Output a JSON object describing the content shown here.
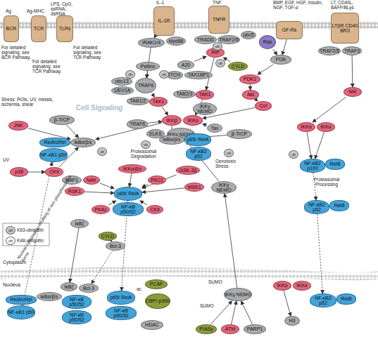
{
  "diagram": {
    "nodes": [
      {
        "text": [
          "BCR"
        ]
      },
      {
        "text": [
          "TCR"
        ]
      },
      {
        "text": [
          "TLRs"
        ]
      },
      {
        "text": [
          "IL-1R"
        ]
      },
      {
        "text": [
          "TNFR"
        ]
      },
      {
        "text": [
          "GF-Rs"
        ]
      },
      {
        "text": [
          "LTβR CD40 BR3"
        ]
      },
      {
        "text": [
          "IRAK1/4"
        ]
      },
      {
        "text": [
          "Myd88"
        ]
      },
      {
        "text": [
          "TRADD"
        ]
      },
      {
        "text": [
          "TRAF2/5"
        ]
      },
      {
        "text": [
          "ubc5"
        ]
      },
      {
        "text": [
          "Ras"
        ]
      },
      {
        "text": [
          "RIP"
        ]
      },
      {
        "text": [
          "TRAF2/5"
        ]
      },
      {
        "text": [
          "TRAF3"
        ]
      },
      {
        "text": [
          "Pellino"
        ]
      },
      {
        "text": [
          "A20"
        ]
      },
      {
        "text": [
          "ITCH"
        ]
      },
      {
        "text": [
          "TAX1BP1"
        ]
      },
      {
        "text": [
          "CYLD"
        ]
      },
      {
        "text": [
          "PI3K"
        ]
      },
      {
        "text": [
          "PDK1"
        ]
      },
      {
        "text": [
          "ubc13"
        ]
      },
      {
        "text": [
          "UEV1A"
        ]
      },
      {
        "text": [
          "TRAF6"
        ]
      },
      {
        "text": [
          "TAB1/2"
        ]
      },
      {
        "text": [
          "TAK1"
        ]
      },
      {
        "text": [
          "TAB2/3"
        ]
      },
      {
        "text": [
          "TAK1"
        ]
      },
      {
        "text": [
          "IKKγ NEMO"
        ]
      },
      {
        "text": [
          "Akt"
        ]
      },
      {
        "text": [
          "Cot"
        ]
      },
      {
        "text": [
          "TRAF6"
        ]
      },
      {
        "text": [
          "ELKS"
        ]
      },
      {
        "text": [
          "IKKβ"
        ]
      },
      {
        "text": [
          "IKKα"
        ]
      },
      {
        "text": [
          "IKKγ NEMO"
        ]
      },
      {
        "text": [
          "Tax"
        ]
      },
      {
        "text": [
          "NIK"
        ]
      },
      {
        "text": [
          "JNK"
        ]
      },
      {
        "text": [
          "β-TrCP"
        ]
      },
      {
        "text": [
          "CKII"
        ]
      },
      {
        "text": [
          "p38"
        ]
      },
      {
        "text": [
          "RelA/cRel"
        ]
      },
      {
        "text": [
          "NF-κB1 p50"
        ]
      },
      {
        "text": [
          "IκBα/β/ε"
        ]
      },
      {
        "text": [
          "IκBα/β/ε"
        ]
      },
      {
        "text": [
          "p65/ RelA"
        ]
      },
      {
        "text": [
          "NF-κB2 p52"
        ]
      },
      {
        "text": [
          "β-TrCP"
        ]
      },
      {
        "text": [
          "IKKα"
        ]
      },
      {
        "text": [
          "IKKα"
        ]
      },
      {
        "text": [
          "NF-κB2 p100"
        ]
      },
      {
        "text": [
          "RelB"
        ]
      },
      {
        "text": [
          "IKKα/β/ε"
        ]
      },
      {
        "text": [
          "NAP1"
        ]
      },
      {
        "text": [
          "NAK"
        ]
      },
      {
        "text": [
          "RSK1"
        ]
      },
      {
        "text": [
          "PKCζ"
        ]
      },
      {
        "text": [
          "GSK-3β"
        ]
      },
      {
        "text": [
          "MSK1"
        ]
      },
      {
        "text": [
          "p65/ RelA"
        ]
      },
      {
        "text": [
          "NF-κB p50/52"
        ]
      },
      {
        "text": [
          "PKAc"
        ]
      },
      {
        "text": [
          "CKII"
        ]
      },
      {
        "text": [
          "IKKγ NEMO"
        ]
      },
      {
        "text": [
          "NF-κB2 p52"
        ]
      },
      {
        "text": [
          "RelB"
        ]
      },
      {
        "text": [
          "IκBζ"
        ]
      },
      {
        "text": [
          "CYLD"
        ]
      },
      {
        "text": [
          "Bcl-3"
        ]
      },
      {
        "text": [
          "RelA/cRel"
        ]
      },
      {
        "text": [
          "IκBα/β/ε"
        ]
      },
      {
        "text": [
          "NF-κB1 p50"
        ]
      },
      {
        "text": [
          "IκBζ"
        ]
      },
      {
        "text": [
          "Bcl-3"
        ]
      },
      {
        "text": [
          "NF-κB p50/52"
        ]
      },
      {
        "text": [
          "NF-κB p50/52"
        ]
      },
      {
        "text": [
          "p65/ RelA"
        ]
      },
      {
        "text": [
          "NF-κB p50/52"
        ]
      },
      {
        "text": [
          "PCAF"
        ]
      },
      {
        "text": [
          "CBP/ p300"
        ]
      },
      {
        "text": [
          "HDAC"
        ]
      },
      {
        "text": [
          "IKKγ NEMO"
        ]
      },
      {
        "text": [
          "PIASy"
        ]
      },
      {
        "text": [
          "ATM"
        ]
      },
      {
        "text": [
          "PARP1"
        ]
      },
      {
        "text": [
          "IKKα"
        ]
      },
      {
        "text": [
          "IKKα"
        ]
      },
      {
        "text": [
          "H3"
        ]
      },
      {
        "text": [
          "NF-κB2 p52"
        ]
      },
      {
        "text": [
          "RelB"
        ]
      }
    ],
    "edges": [
      {
        "from": 3,
        "to": 7,
        "arrow": "to"
      },
      {
        "from": 7,
        "to": 25,
        "arrow": "to"
      },
      {
        "from": 25,
        "to": 27,
        "arrow": "to"
      },
      {
        "from": 27,
        "to": 35,
        "arrow": "to"
      },
      {
        "from": 13,
        "to": 29,
        "arrow": "to"
      },
      {
        "from": 29,
        "to": 36,
        "arrow": "to"
      },
      {
        "from": 17,
        "to": 13,
        "arrow": "to"
      },
      {
        "from": 20,
        "to": 13,
        "arrow": "to"
      },
      {
        "from": 5,
        "to": 21,
        "arrow": "to"
      },
      {
        "from": 12,
        "to": 21,
        "arrow": "to"
      },
      {
        "from": 21,
        "to": 22,
        "arrow": "to"
      },
      {
        "from": 22,
        "to": 31,
        "arrow": "to"
      },
      {
        "from": 31,
        "to": 32,
        "arrow": "to"
      },
      {
        "from": 32,
        "to": 36,
        "arrow": "to"
      },
      {
        "from": 15,
        "to": 39,
        "arrow": "to"
      },
      {
        "from": 39,
        "to": 51,
        "arrow": "to"
      },
      {
        "from": 51,
        "to": 53,
        "arrow": "to"
      },
      {
        "from": 52,
        "to": 53,
        "arrow": "to"
      },
      {
        "from": 53,
        "to": 67,
        "arrow": "to"
      },
      {
        "from": 67,
        "to": 91,
        "arrow": "to"
      },
      {
        "from": 40,
        "to": 46,
        "arrow": "to"
      },
      {
        "from": 41,
        "to": 46,
        "arrow": "to"
      },
      {
        "from": 43,
        "to": 42,
        "arrow": "to"
      },
      {
        "from": 42,
        "to": 46,
        "arrow": "to"
      },
      {
        "from": 35,
        "to": 46,
        "arrow": "to"
      },
      {
        "from": 35,
        "to": 47,
        "arrow": "to"
      },
      {
        "from": 50,
        "to": 47,
        "arrow": "to"
      },
      {
        "from": 38,
        "to": 36,
        "arrow": "to"
      },
      {
        "from": 45,
        "to": 74,
        "arrow": "both"
      },
      {
        "from": 57,
        "to": 62,
        "arrow": "to"
      },
      {
        "from": 58,
        "to": 62,
        "arrow": "to"
      },
      {
        "from": 55,
        "to": 62,
        "arrow": "to"
      },
      {
        "from": 59,
        "to": 62,
        "arrow": "to"
      },
      {
        "from": 60,
        "to": 62,
        "arrow": "to"
      },
      {
        "from": 61,
        "to": 62,
        "arrow": "to"
      },
      {
        "from": 64,
        "to": 62,
        "arrow": "to"
      },
      {
        "from": 65,
        "to": 62,
        "arrow": "to"
      },
      {
        "from": 62,
        "to": 79,
        "arrow": "to"
      },
      {
        "from": 70,
        "to": 71,
        "arrow": "to"
      },
      {
        "from": 71,
        "to": 76,
        "arrow": "to"
      },
      {
        "from": 84,
        "to": 66,
        "arrow": "to"
      },
      {
        "from": 85,
        "to": 84,
        "arrow": "to"
      },
      {
        "from": 86,
        "to": 84,
        "arrow": "to"
      },
      {
        "from": 87,
        "to": 84,
        "arrow": "to"
      },
      {
        "from": 88,
        "to": 90,
        "arrow": "to"
      },
      {
        "from": 33,
        "to": 35,
        "arrow": "to"
      },
      {
        "from": 69,
        "to": 75,
        "arrow": "to"
      },
      {
        "from": 66,
        "to": 37,
        "arrow": "to"
      },
      {
        "from": 16,
        "to": 25,
        "arrow": "to"
      }
    ],
    "labels": [
      "Ag",
      "Ag-MHC",
      "LPS, CpG, ssRNA, dsRNA",
      "IL-1",
      "TNF",
      "BMP, EGF, HGF, Insulin, NGF, TGF-α",
      "LT, CD40L, BAFF/BLys",
      "For detailed signaling, see BCR Pathway.",
      "For detailed signaling, see TCR Pathway.",
      "For detailed signaling, see TLR Pathway.",
      "Cell Signaling",
      "Stress: ROIs, UV, metals, ischemia, shear",
      "UV",
      "Proteasomal Degradation",
      "Genotoxic Stress",
      "Proteasomal Processing",
      "Nuclear-cytoplasmic shuttling of non-phosphorylated forms",
      "Cytoplasm",
      "Nucleus",
      "ac",
      "SUMO",
      "SUMO",
      "ub",
      "ub",
      "ub",
      "ub",
      "ub",
      "ub",
      "ub",
      "ub",
      "ub",
      "ub"
    ],
    "legend": [
      {
        "text": "K63-ubiquitin"
      },
      {
        "text": "K48-ubiquitin"
      }
    ]
  }
}
